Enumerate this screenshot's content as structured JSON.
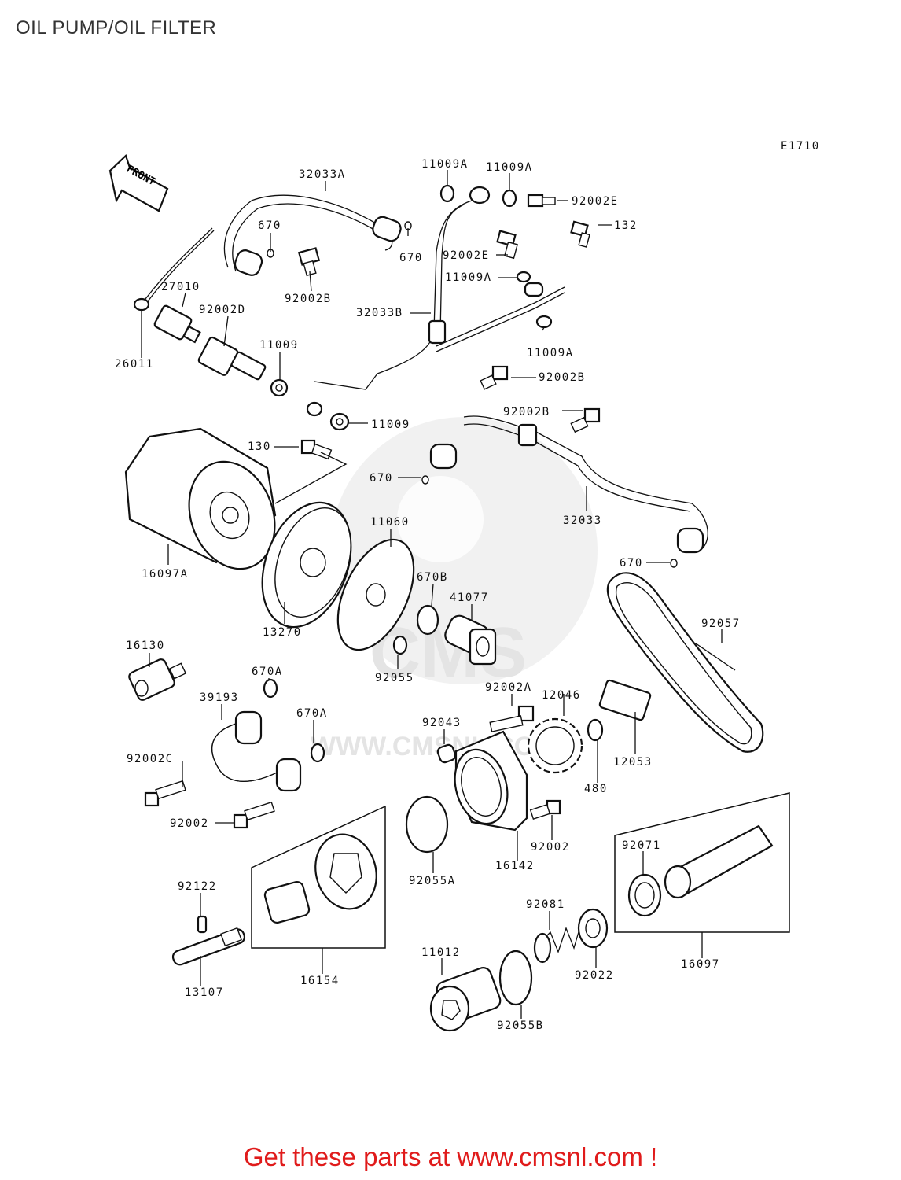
{
  "title": "OIL PUMP/OIL FILTER",
  "diagram_code": "E1710",
  "front_label": "FRONT",
  "footer": "Get these parts at www.cmsnl.com !",
  "watermark": {
    "brand": "CMS",
    "url": "WWW.CMSNL.COM"
  },
  "colors": {
    "footer": "#e01b1b",
    "ink": "#111111",
    "watermark": "#e4e4e4"
  },
  "labels": [
    {
      "id": "32033A",
      "text": "32033A"
    },
    {
      "id": "11009A_1",
      "text": "11009A"
    },
    {
      "id": "11009A_2",
      "text": "11009A"
    },
    {
      "id": "92002E_1",
      "text": "92002E"
    },
    {
      "id": "132",
      "text": "132"
    },
    {
      "id": "670_1",
      "text": "670"
    },
    {
      "id": "670_2",
      "text": "670"
    },
    {
      "id": "92002E_2",
      "text": "92002E"
    },
    {
      "id": "11009A_3",
      "text": "11009A"
    },
    {
      "id": "27010",
      "text": "27010"
    },
    {
      "id": "92002B_1",
      "text": "92002B"
    },
    {
      "id": "32033B",
      "text": "32033B"
    },
    {
      "id": "92002D",
      "text": "92002D"
    },
    {
      "id": "11009A_4",
      "text": "11009A"
    },
    {
      "id": "11009_1",
      "text": "11009"
    },
    {
      "id": "26011",
      "text": "26011"
    },
    {
      "id": "92002B_2",
      "text": "92002B"
    },
    {
      "id": "11009_2",
      "text": "11009"
    },
    {
      "id": "92002B_3",
      "text": "92002B"
    },
    {
      "id": "130",
      "text": "130"
    },
    {
      "id": "670_3",
      "text": "670"
    },
    {
      "id": "32033",
      "text": "32033"
    },
    {
      "id": "11060",
      "text": "11060"
    },
    {
      "id": "670_4",
      "text": "670"
    },
    {
      "id": "16097A",
      "text": "16097A"
    },
    {
      "id": "670B",
      "text": "670B"
    },
    {
      "id": "41077",
      "text": "41077"
    },
    {
      "id": "13270",
      "text": "13270"
    },
    {
      "id": "92057",
      "text": "92057"
    },
    {
      "id": "16130",
      "text": "16130"
    },
    {
      "id": "92055",
      "text": "92055"
    },
    {
      "id": "670A_1",
      "text": "670A"
    },
    {
      "id": "92002A",
      "text": "92002A"
    },
    {
      "id": "39193",
      "text": "39193"
    },
    {
      "id": "12046",
      "text": "12046"
    },
    {
      "id": "670A_2",
      "text": "670A"
    },
    {
      "id": "92043",
      "text": "92043"
    },
    {
      "id": "92002C",
      "text": "92002C"
    },
    {
      "id": "12053",
      "text": "12053"
    },
    {
      "id": "480",
      "text": "480"
    },
    {
      "id": "92002_1",
      "text": "92002"
    },
    {
      "id": "92071",
      "text": "92071"
    },
    {
      "id": "92002_2",
      "text": "92002"
    },
    {
      "id": "16142",
      "text": "16142"
    },
    {
      "id": "92055A",
      "text": "92055A"
    },
    {
      "id": "92122",
      "text": "92122"
    },
    {
      "id": "92081",
      "text": "92081"
    },
    {
      "id": "13107",
      "text": "13107"
    },
    {
      "id": "16154",
      "text": "16154"
    },
    {
      "id": "11012",
      "text": "11012"
    },
    {
      "id": "92022",
      "text": "92022"
    },
    {
      "id": "16097",
      "text": "16097"
    },
    {
      "id": "92055B",
      "text": "92055B"
    }
  ]
}
